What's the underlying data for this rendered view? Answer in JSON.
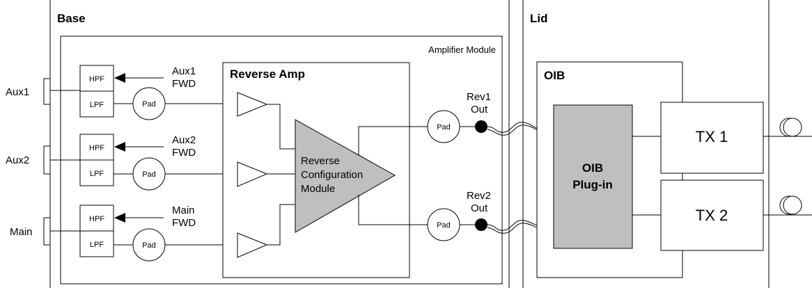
{
  "base": {
    "title": "Base",
    "amplifier_module_label": "Amplifier Module",
    "reverse_amp_title": "Reverse Amp",
    "config_module": {
      "line1": "Reverse",
      "line2": "Configuration",
      "line3": "Module"
    },
    "inputs": [
      {
        "name": "Aux1",
        "fwd_line1": "Aux1",
        "fwd_line2": "FWD"
      },
      {
        "name": "Aux2",
        "fwd_line1": "Aux2",
        "fwd_line2": "FWD"
      },
      {
        "name": "Main",
        "fwd_line1": "Main",
        "fwd_line2": "FWD"
      }
    ],
    "hpf_label": "HPF",
    "lpf_label": "LPF",
    "pad_label": "Pad",
    "outputs": [
      {
        "line1": "Rev1",
        "line2": "Out"
      },
      {
        "line1": "Rev2",
        "line2": "Out"
      }
    ]
  },
  "lid": {
    "title": "Lid",
    "oib_title": "OIB",
    "plugin": {
      "line1": "OIB",
      "line2": "Plug-in"
    },
    "transmitters": [
      "TX 1",
      "TX 2"
    ]
  }
}
